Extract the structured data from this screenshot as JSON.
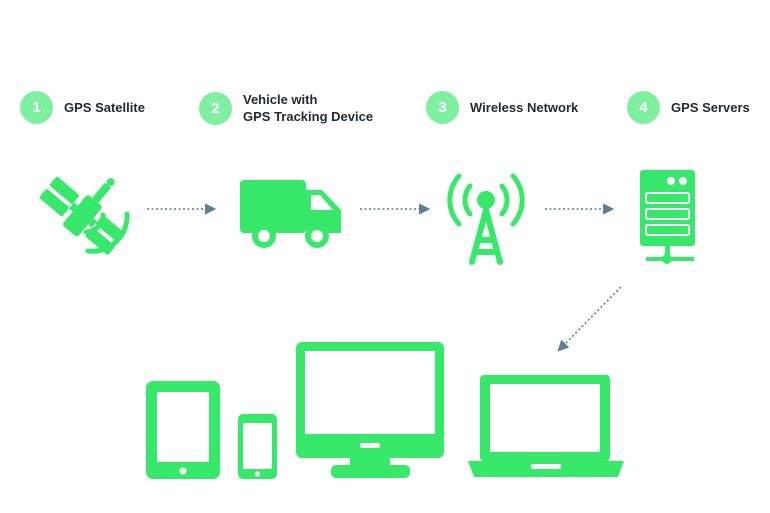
{
  "colors": {
    "accent": "#37e86a",
    "badge": "#7ff0a0",
    "text": "#1f2a33",
    "arrow": "#5d7f96"
  },
  "steps": [
    {
      "number": "1",
      "label_lines": [
        "GPS Satellite"
      ],
      "icon": "satellite-icon"
    },
    {
      "number": "2",
      "label_lines": [
        "Vehicle with",
        "GPS Tracking Device"
      ],
      "icon": "truck-icon"
    },
    {
      "number": "3",
      "label_lines": [
        "Wireless Network"
      ],
      "icon": "radio-tower-icon"
    },
    {
      "number": "4",
      "label_lines": [
        "GPS Servers"
      ],
      "icon": "server-icon"
    }
  ],
  "end_devices": [
    "tablet-icon",
    "smartphone-icon",
    "desktop-monitor-icon",
    "laptop-icon"
  ]
}
